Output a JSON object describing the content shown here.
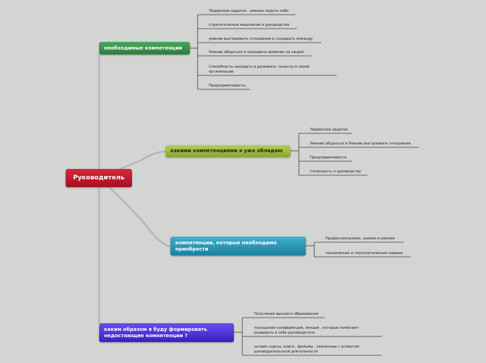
{
  "root": {
    "label": "Руководитель"
  },
  "branches": [
    {
      "label": "необходимые компетенции",
      "color": "#3a9250",
      "leaves": [
        [
          "Лидерские задатки , умение подать себя"
        ],
        [
          "стратегическое мышление и руководство"
        ],
        [
          "умение выстраивать отношения и создавать команду"
        ],
        [
          "Умение общаться и оказывать влияние на людей"
        ],
        [
          "Способность находить и развивать таланты в своей",
          "организации"
        ],
        [
          "Предприимчивость"
        ]
      ]
    },
    {
      "label": "какими компетенциями я уже обладаю",
      "color": "#a0ba40",
      "leaves": [
        [
          "Лидерские задатки"
        ],
        [
          "Умение общаться и Умение выстраивать отношения"
        ],
        [
          "Предприимчивость"
        ],
        [
          "Склонность к руководству"
        ]
      ]
    },
    {
      "label_lines": [
        "компетенции, которые необходимо",
        "приобрести"
      ],
      "color": "#2a95b5",
      "leaves": [
        [
          "Профессионализм, знания и умения"
        ],
        [
          "технические и технологические навыки"
        ]
      ]
    },
    {
      "label_lines": [
        "каким образом я буду формировать",
        "недостающие компетенции ?"
      ],
      "color": "#5234dc",
      "leaves": [
        [
          "Получение высшего образования"
        ],
        [
          "посещение конференций, лекций , которые помогают",
          "развивать в себе руководителя"
        ],
        [
          "онлайн курсы, книги , фильмы , связанные с аспектом",
          "руководительской деятельности"
        ]
      ]
    }
  ]
}
